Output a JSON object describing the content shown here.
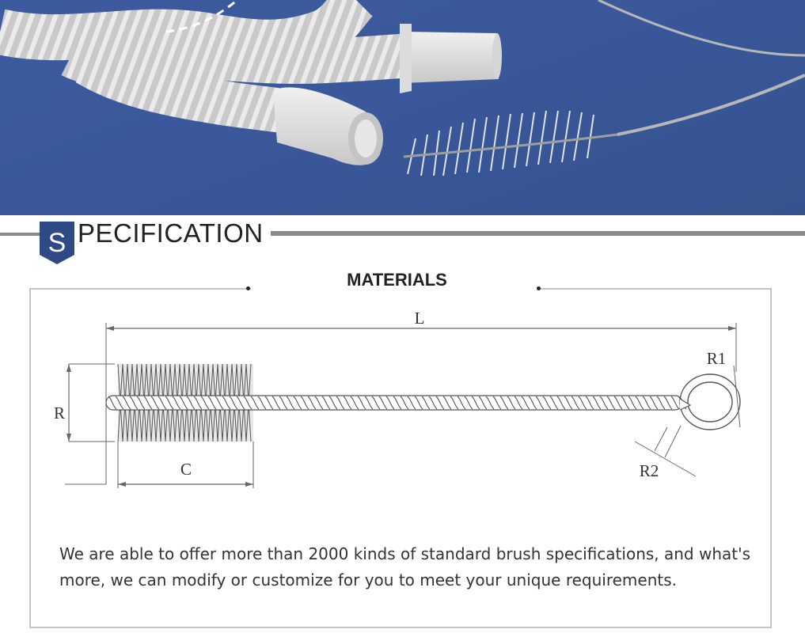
{
  "specification": {
    "badge_letter": "S",
    "title": "PECIFICATION"
  },
  "materials": {
    "title": "MATERIALS",
    "dimensions": {
      "length": "L",
      "radius": "R",
      "brush_length": "C",
      "ring_radius_1": "R1",
      "ring_radius_2": "R2"
    },
    "description": "We are able to offer more than 2000 kinds of standard brush specifications, and what's more, we can modify or customize for you to meet your unique requirements."
  },
  "colors": {
    "photo_background": "#3a589a",
    "badge": "#2e4a85",
    "rule": "#8a8a8a",
    "box_border": "#c4c4c4"
  }
}
